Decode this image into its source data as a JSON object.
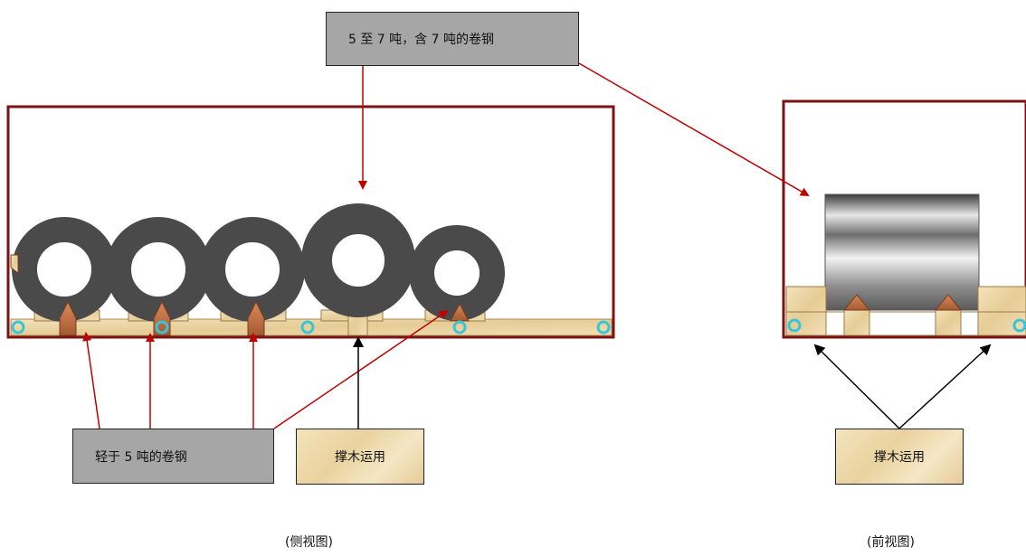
{
  "labels": {
    "heavy_coil": "5 至 7 吨，含 7 吨的卷钢",
    "light_coil": "轻于 5 吨的卷钢",
    "dunnage_side": "撑木运用",
    "dunnage_front": "撑木运用"
  },
  "captions": {
    "side": "(侧视图)",
    "front": "(前视图)"
  },
  "colors": {
    "container_border": "#7a1414",
    "red_arrow": "#c00000",
    "black_arrow": "#000000",
    "coil": "#4a4a4a",
    "wood": "#e8d2a0",
    "wedge": "#b8693c",
    "lashing_ring": "#38c6d6"
  }
}
